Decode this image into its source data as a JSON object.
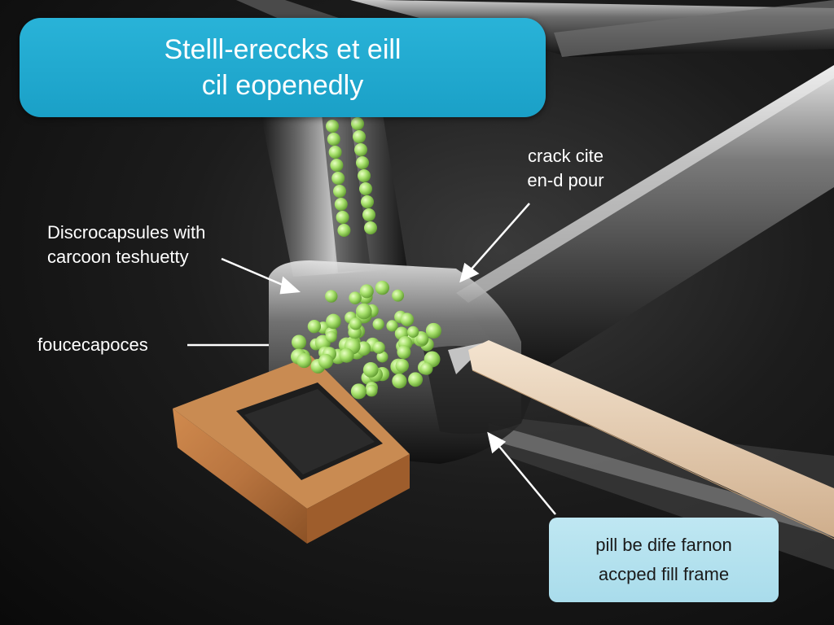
{
  "title_banner": {
    "line1": "Stelll-ereccks et eill",
    "line2": "cil eopenedly"
  },
  "labels": {
    "microcapsules": {
      "line1": "Discrocapsules with",
      "line2": "carcoon teshuetty"
    },
    "foucecapoces": "foucecapoces",
    "crack_site": {
      "line1": "crack cite",
      "line2": "en-d pour"
    }
  },
  "callout": {
    "line1": "pill be dife farnon",
    "line2": "accped fill frame"
  },
  "colors": {
    "banner": "#1aa8cf",
    "callout": "#b5e1ee",
    "capsule": "#a6e06b",
    "cork": "#b8743f",
    "tube": "#5a5a5a",
    "strip": "#e6cdb1"
  },
  "icons": [
    "microcapsule",
    "frame-tube",
    "cork-block",
    "crack-strip",
    "pointer-arrow"
  ]
}
